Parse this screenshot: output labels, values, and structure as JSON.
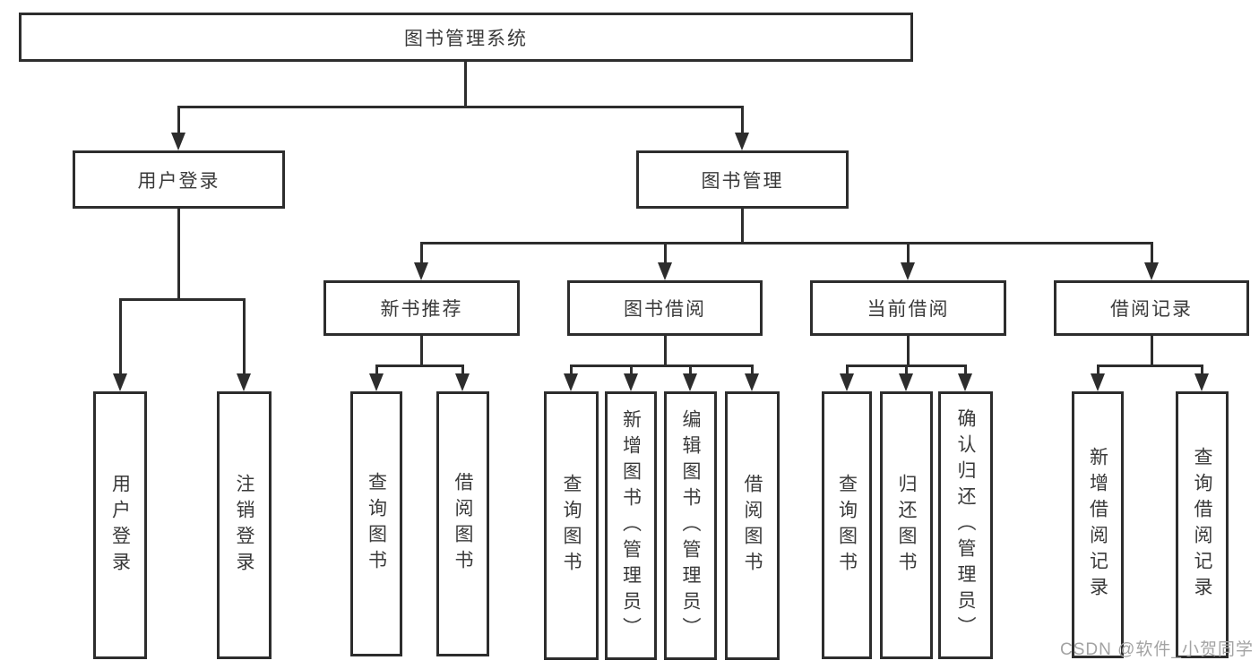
{
  "diagram": {
    "type": "hierarchy-chart",
    "colors": {
      "line": "#2d2d2d",
      "text": "#3a3a3a",
      "box_fill": "#ffffff",
      "watermark": "#a3a3a3"
    },
    "tree": {
      "label": "图书管理系统",
      "children": [
        {
          "label": "用户登录",
          "children": [
            {
              "label": "用户登录"
            },
            {
              "label": "注销登录"
            }
          ]
        },
        {
          "label": "图书管理",
          "children": [
            {
              "label": "新书推荐",
              "children": [
                {
                  "label": "查询图书"
                },
                {
                  "label": "借阅图书"
                }
              ]
            },
            {
              "label": "图书借阅",
              "children": [
                {
                  "label": "查询图书"
                },
                {
                  "label": "新增图书（管理员）"
                },
                {
                  "label": "编辑图书（管理员）"
                },
                {
                  "label": "借阅图书"
                }
              ]
            },
            {
              "label": "当前借阅",
              "children": [
                {
                  "label": "查询图书"
                },
                {
                  "label": "归还图书"
                },
                {
                  "label": "确认归还（管理员）"
                }
              ]
            },
            {
              "label": "借阅记录",
              "children": [
                {
                  "label": "新增借阅记录"
                },
                {
                  "label": "查询借阅记录"
                }
              ]
            }
          ]
        }
      ]
    }
  },
  "watermark": {
    "text": "CSDN @软件_小贺同学"
  }
}
